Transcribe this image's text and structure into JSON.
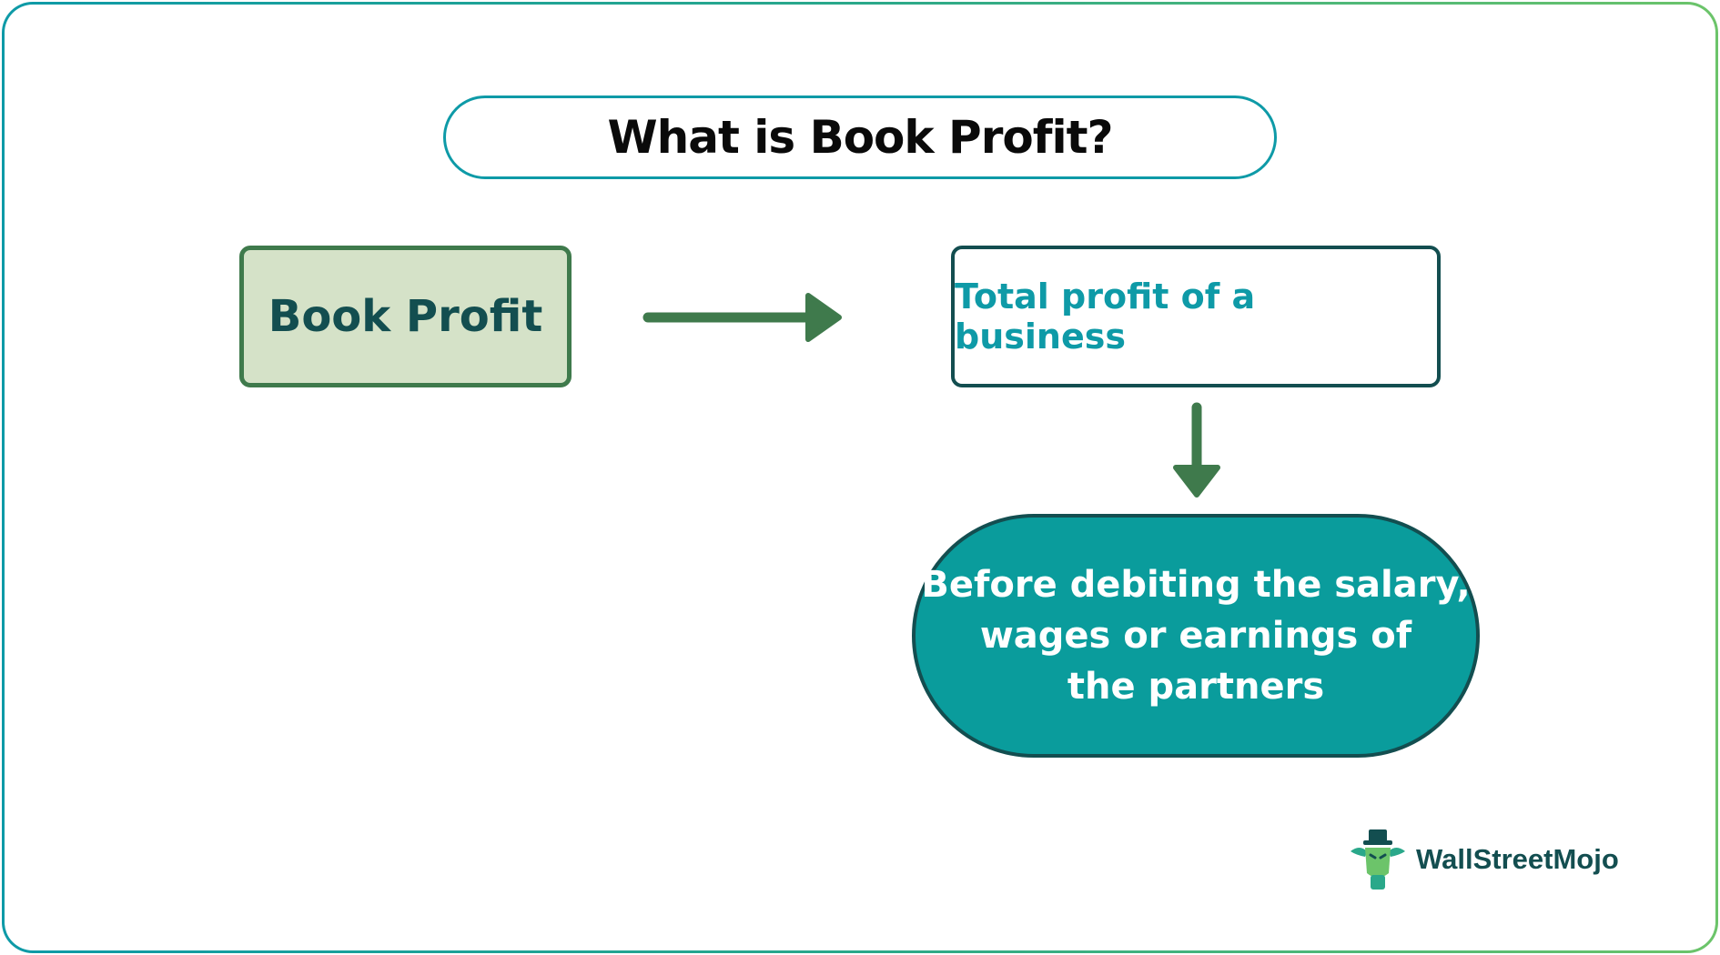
{
  "title": "What is Book Profit?",
  "nodes": {
    "book_profit": "Book Profit",
    "total_profit": "Total profit of a business",
    "before_debiting": "Before debiting the salary,\nwages or earnings of\nthe partners"
  },
  "logo": {
    "text": "WallStreetMojo",
    "icon": "bull-mascot-icon"
  },
  "colors": {
    "teal": "#0e9aa7",
    "dark_teal": "#134e50",
    "green": "#3f7a4c",
    "light_green": "#d5e2c8",
    "fill_teal": "#0a9c9c"
  }
}
